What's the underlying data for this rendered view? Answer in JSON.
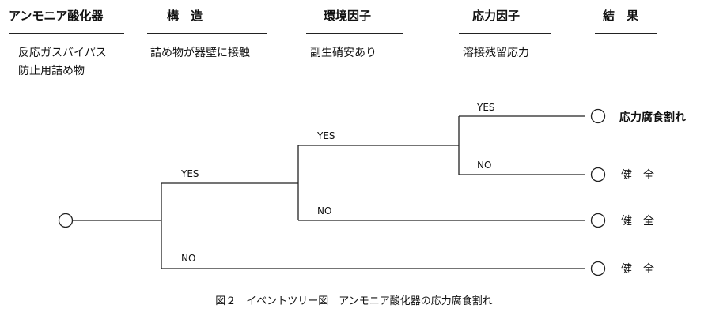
{
  "headers": {
    "col1": "アンモニア酸化器",
    "col2": "構　造",
    "col3": "環境因子",
    "col4": "応力因子",
    "col5": "結　果"
  },
  "row": {
    "col1_line1": "反応ガスバイパス",
    "col1_line2": "防止用詰め物",
    "col2": "詰め物が器壁に接触",
    "col3": "副生硝安あり",
    "col4": "溶接残留応力"
  },
  "tree": {
    "branch1_yes": "YES",
    "branch1_no": "NO",
    "branch2_yes": "YES",
    "branch2_no": "NO",
    "branch3_yes": "YES",
    "branch3_no": "NO"
  },
  "outcomes": {
    "o1": "応力腐食割れ",
    "o2": "健　全",
    "o3": "健　全",
    "o4": "健　全"
  },
  "caption": "図２　イベントツリー図　アンモニア酸化器の応力腐食割れ"
}
